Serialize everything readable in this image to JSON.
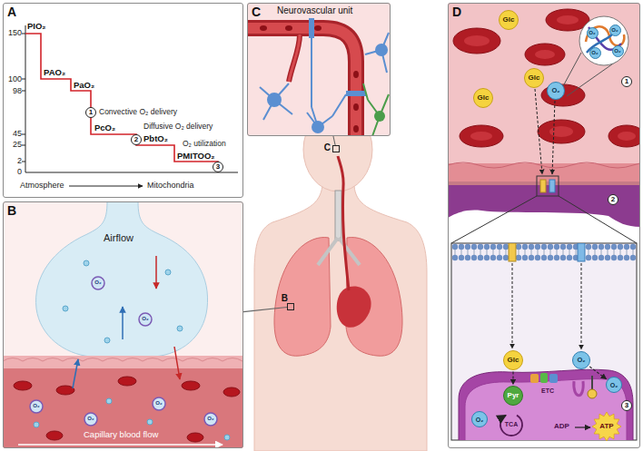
{
  "diagram": {
    "nodes": [
      {
        "text": [
          "A"
        ]
      },
      {
        "text": [
          "B"
        ]
      },
      {
        "text": [
          "C"
        ]
      },
      {
        "text": [
          "D"
        ]
      },
      {
        "text": [
          "1"
        ],
        "in": 0
      },
      {
        "text": [
          "2"
        ],
        "in": 0
      },
      {
        "text": [
          "3"
        ],
        "in": 0
      },
      {
        "text": [
          "C"
        ]
      },
      {
        "text": [
          "B"
        ]
      },
      {
        "text": [
          "Glc"
        ],
        "in": 3
      },
      {
        "text": [
          "Glc"
        ],
        "in": 3
      },
      {
        "text": [
          "Glc"
        ],
        "in": 3
      },
      {
        "text": [
          "O₂"
        ],
        "in": 3
      },
      {
        "text": [
          "O₂"
        ],
        "in": 3
      },
      {
        "text": [
          "O₂"
        ],
        "in": 3
      },
      {
        "text": [
          "O₂"
        ],
        "in": 3
      },
      {
        "text": [
          "O₂"
        ],
        "in": 3
      },
      {
        "text": [
          "1"
        ],
        "in": 3
      },
      {
        "text": [
          "2"
        ],
        "in": 3
      },
      {
        "text": [
          "Glc"
        ],
        "in": 3
      },
      {
        "text": [
          "Pyr"
        ],
        "in": 3
      },
      {
        "text": [
          "O₂"
        ],
        "in": 3
      },
      {
        "text": [
          "O₂"
        ],
        "in": 3
      },
      {
        "text": [
          "O₂"
        ],
        "in": 3
      },
      {
        "text": [
          "ATP"
        ],
        "in": 3
      },
      {
        "text": [
          "3"
        ],
        "in": 3
      }
    ],
    "edges": [
      {
        "from": 1,
        "to": 8,
        "arrow": "none"
      },
      {
        "from": 2,
        "to": 7,
        "arrow": "none"
      },
      {
        "from": 19,
        "to": 20,
        "arrow": "to"
      },
      {
        "from": 21,
        "to": 23,
        "arrow": "to"
      }
    ],
    "labels": [
      "150",
      "100",
      "98",
      "45",
      "25",
      "2",
      "0",
      "PIO₂",
      "PAO₂",
      "PaO₂",
      "PcO₂",
      "PbtO₂",
      "PMITOO₂",
      "Convective O₂ delivery",
      "Diffusive O₂ delivery",
      "O₂ utilization",
      "Atmosphere",
      "Mitochondria",
      "Airflow",
      "Capillary blood flow",
      "O₂",
      "O₂",
      "O₂",
      "O₂",
      "O₂",
      "O₂",
      "Neurovascular unit",
      "TCA",
      "ETC",
      "ADP"
    ]
  }
}
